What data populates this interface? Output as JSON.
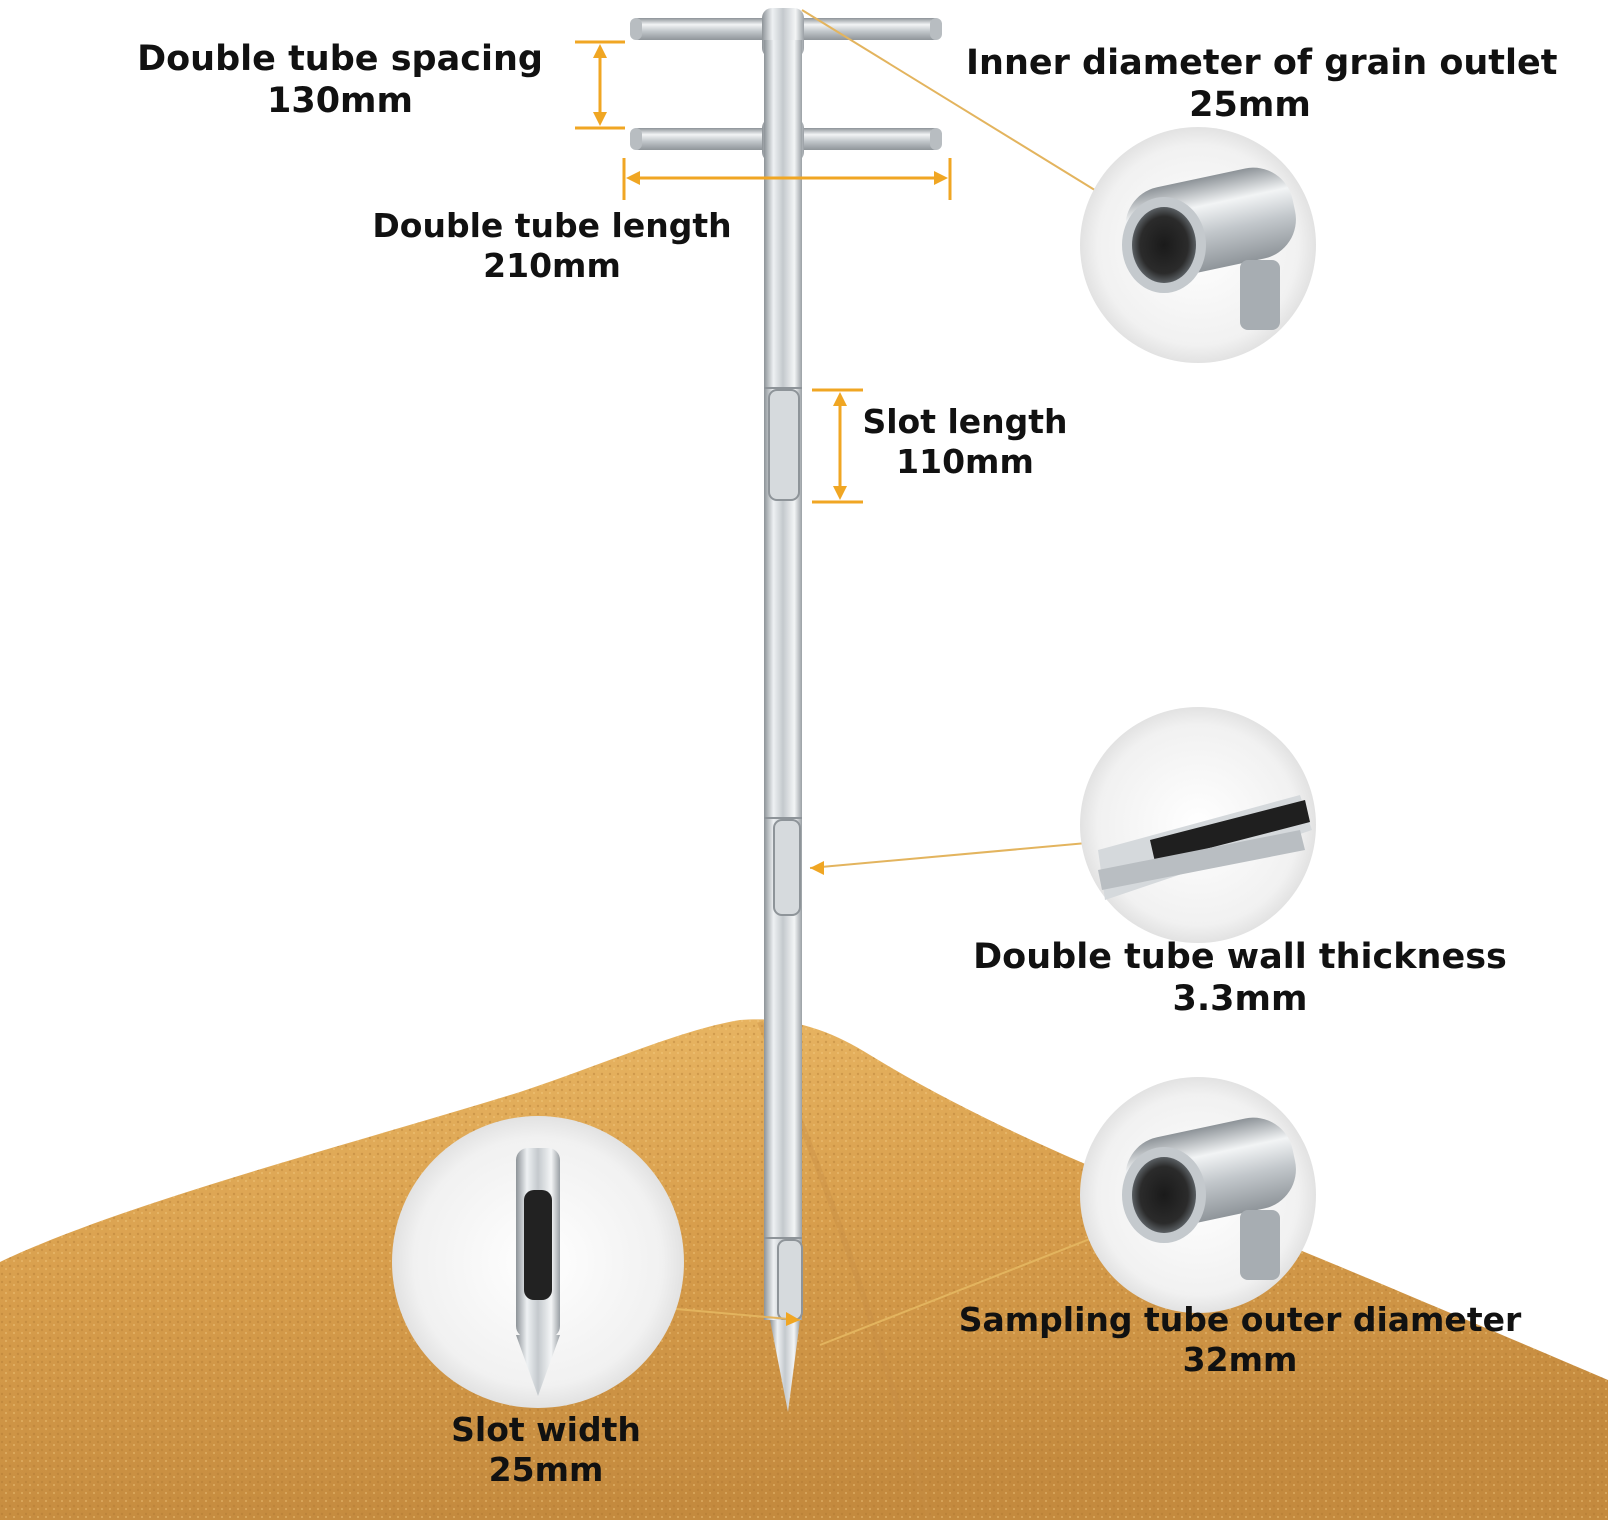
{
  "colors": {
    "accent": "#F0A623",
    "leader": "#E3B45E",
    "grain_light": "#E6B45F",
    "grain_dark": "#B07B38",
    "steel_light": "#E9ECEE",
    "steel_dark": "#9CA2A8"
  },
  "labels": {
    "spacing": {
      "title": "Double tube spacing",
      "value": "130mm"
    },
    "outlet": {
      "title": "Inner diameter of grain outlet",
      "value": "25mm"
    },
    "length": {
      "title": "Double tube length",
      "value": "210mm"
    },
    "slot_len": {
      "title": "Slot length",
      "value": "110mm"
    },
    "wall": {
      "title": "Double tube wall thickness",
      "value": "3.3mm"
    },
    "outer": {
      "title": "Sampling tube outer diameter",
      "value": "32mm"
    },
    "slot_w": {
      "title": "Slot width",
      "value": "25mm"
    }
  },
  "callouts": [
    {
      "id": "outlet",
      "icon": "tube-end-icon"
    },
    {
      "id": "wall",
      "icon": "tube-wall-icon"
    },
    {
      "id": "outer",
      "icon": "tube-end-icon"
    },
    {
      "id": "slot_w",
      "icon": "probe-tip-icon"
    }
  ]
}
